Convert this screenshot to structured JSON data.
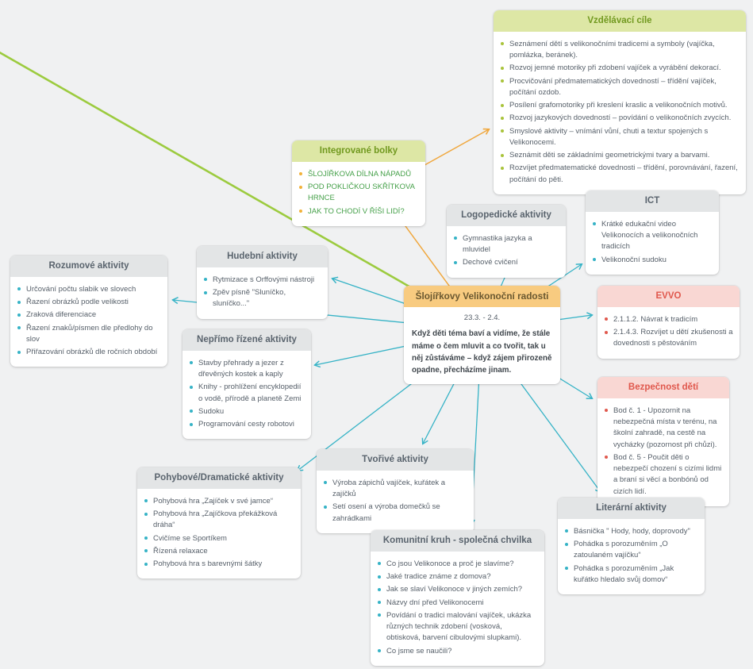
{
  "colors": {
    "teal_line": "#36b3c6",
    "orange_line": "#f0a73d",
    "green_line": "#9ccb3f",
    "gray_header_bg": "#e3e5e6",
    "green_header_bg": "#dde7a5",
    "pink_header_bg": "#f9d7d3",
    "center_header_bg": "#f8cb80",
    "teal_bullet": "#36b3c6",
    "green_bullet": "#a9c33b",
    "orange_bullet": "#f2b23a",
    "red_bullet": "#e0584d"
  },
  "center": {
    "title": "Šlojířkovy Velikonoční radosti",
    "date_range": "23.3. - 2.4.",
    "description": "Když děti téma baví a vidíme, že stále máme o čem mluvit a co tvořit, tak u něj zůstáváme – když zájem přirozeně opadne, přecházíme jinam."
  },
  "nodes": [
    {
      "id": "vzdelavaci",
      "style": "green",
      "title": "Vzdělávací cíle",
      "items": [
        "Seznámení dětí s velikonočními tradicemi a symboly (vajíčka, pomlázka, beránek).",
        "Rozvoj jemné motoriky při zdobení vajíček a vyrábění dekorací.",
        "Procvičování předmatematických dovedností – třídění vajíček, počítání ozdob.",
        "Posílení grafomotoriky při kreslení kraslic a velikonočních motivů.",
        "Rozvoj jazykových dovedností – povídání o velikonočních zvycích.",
        "Smyslové aktivity – vnímání vůní, chuti a textur spojených s Velikonocemi.",
        "Seznámit děti se základními geometrickými tvary a barvami.",
        "Rozvíjet předmatematické dovednosti – třídění, porovnávání, řazení, počítání do pěti."
      ]
    },
    {
      "id": "integrovane",
      "style": "green2",
      "title": "Integrované bolky",
      "items": [
        "ŠLOJÍŘKOVA DÍLNA NÁPADŮ",
        "POD POKLIČKOU SKŘÍTKOVA HRNCE",
        "JAK TO CHODÍ V ŘÍŠI LIDÍ?"
      ]
    },
    {
      "id": "logopedicke",
      "style": "gray",
      "title": "Logopedické aktivity",
      "items": [
        "Gymnastika jazyka a mluvidel",
        "Dechové cvičení"
      ]
    },
    {
      "id": "ict",
      "style": "gray",
      "title": "ICT",
      "items": [
        "Krátké edukační video Velikonocích a velikonočních tradicích",
        "Velikonoční sudoku"
      ]
    },
    {
      "id": "hudebni",
      "style": "gray",
      "title": "Hudební aktivity",
      "items": [
        "Rytmizace s Orffovými nástroji",
        "Zpěv písně \"Sluníčko, sluníčko...\""
      ]
    },
    {
      "id": "rozumove",
      "style": "gray",
      "title": "Rozumové aktivity",
      "items": [
        "Určování počtu slabik ve slovech",
        "Řazení obrázků podle velikosti",
        "Zraková diferenciace",
        "Řazení znaků/písmen dle předlohy do slov",
        "Přiřazování obrázků dle ročních období"
      ]
    },
    {
      "id": "evvo",
      "style": "pink",
      "title": "EVVO",
      "items": [
        "2.1.1.2. Návrat k tradicím",
        "2.1.4.3. Rozvíjet u dětí zkušenosti a dovednosti s pěstováním"
      ]
    },
    {
      "id": "neprimo",
      "style": "gray",
      "title": "Nepřímo řízené aktivity",
      "items": [
        "Stavby přehrady a jezer z dřevěných kostek a kaply",
        "Knihy - prohlížení encyklopedií o vodě, přírodě a planetě Zemi",
        "Sudoku",
        "Programování cesty robotovi"
      ]
    },
    {
      "id": "bezpecnost",
      "style": "pink",
      "title": "Bezpečnost dětí",
      "items": [
        "Bod č. 1 - Upozornit na nebezpečná místa v terénu, na školní zahradě, na cestě na vycházky (pozornost při chůzi).",
        "Bod č. 5 - Poučit děti o nebezpečí chození s cizími lidmi a braní si věcí a bonbónů od cizích lidí."
      ]
    },
    {
      "id": "tvorive",
      "style": "gray",
      "title": "Tvořivé aktivity",
      "items": [
        "Výroba zápichů vajíček, kuřátek a zajíčků",
        "Setí osení a výroba domečků se zahrádkami"
      ]
    },
    {
      "id": "pohybove",
      "style": "gray",
      "title": "Pohybové/Dramatické aktivity",
      "items": [
        "Pohybová hra „Zajíček v své jamce“",
        "Pohybová hra „Zajíčkova překážková dráha“",
        "Cvičíme se Sportíkem",
        "Řízená relaxace",
        "Pohybová hra s barevnými šátky"
      ]
    },
    {
      "id": "komunitni",
      "style": "gray",
      "title": "Komunitní kruh - společná chvilka",
      "items": [
        "Co jsou Velikonoce a proč je slavíme?",
        "Jaké tradice známe z domova?",
        "Jak se slaví Velikonoce v jiných zemích?",
        "Názvy dní před Velikonocemi",
        "Povídání o tradici malování vajíček, ukázka různých technik zdobení (vosková, obtisková, barvení cibulovými slupkami).",
        "Co jsme se naučili?"
      ]
    },
    {
      "id": "literarni",
      "style": "gray",
      "title": "Literární aktivity",
      "items": [
        "Básnička \" Hody, hody, doprovody\"",
        "Pohádka s porozuměním „O zatoulaném vajíčku“",
        "Pohádka s porozuměním „Jak kuřátko hledalo svůj domov“"
      ]
    }
  ]
}
